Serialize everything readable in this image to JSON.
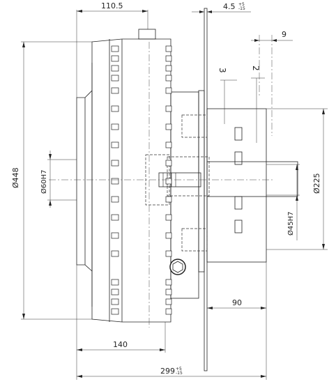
{
  "drawing": {
    "dimensions": {
      "top_width": "110.5",
      "flange_thickness": "4.5",
      "flange_tolerance_upper": "+5",
      "flange_tolerance_lower": "-15",
      "offset_right": "9",
      "outer_diameter": "Ø448",
      "bore_left": "Ø60H7",
      "pilot_diameter": "Ø225",
      "bore_right": "Ø45H7",
      "shaft_length": "90",
      "housing_depth": "140",
      "overall_length": "299",
      "overall_tolerance_upper": "+5",
      "overall_tolerance_lower": "-15"
    },
    "callouts": {
      "item_3": "3",
      "item_2": "2"
    }
  }
}
